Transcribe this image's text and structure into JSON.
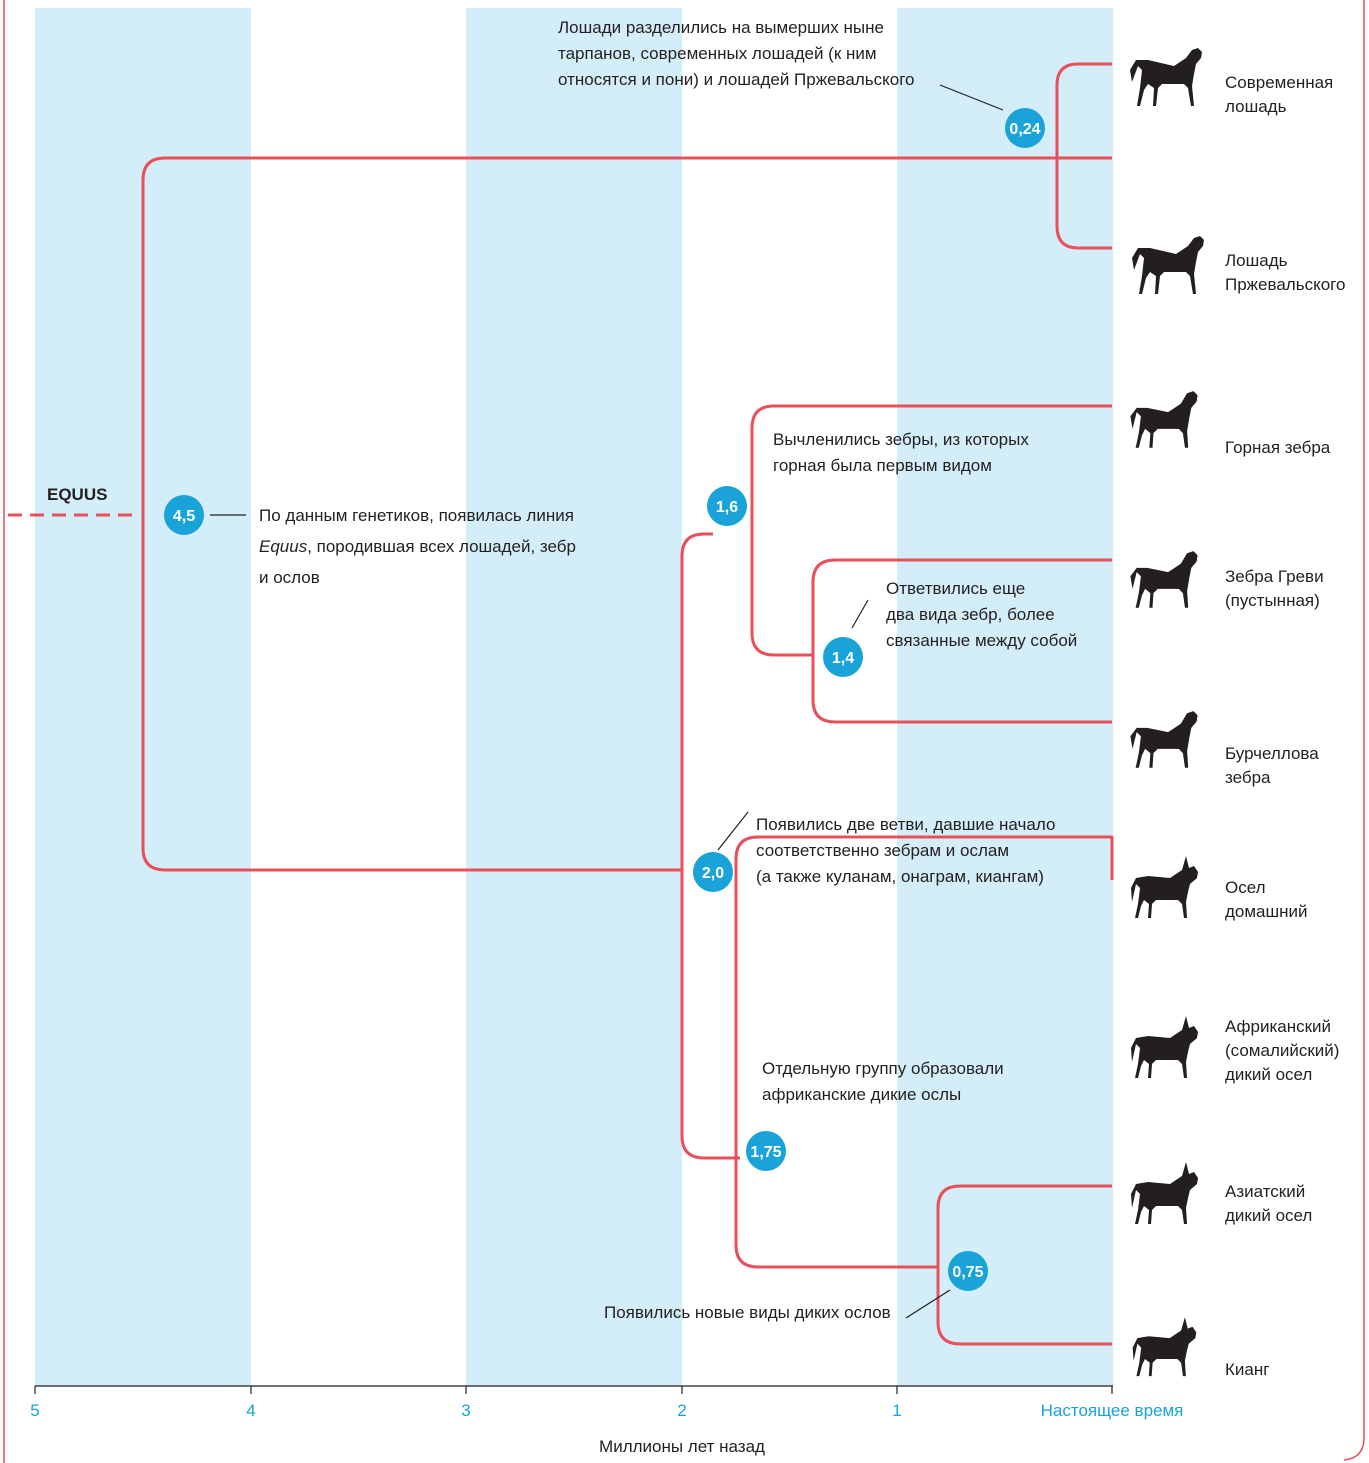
{
  "root_label": "EQUUS",
  "axis": {
    "title": "Миллионы лет назад",
    "ticks": [
      "5",
      "4",
      "3",
      "2",
      "1",
      "Настоящее время"
    ]
  },
  "nodes": [
    {
      "id": "n45",
      "label": "4,5",
      "time": 4.5
    },
    {
      "id": "n024",
      "label": "0,24",
      "time": 0.24
    },
    {
      "id": "n20",
      "label": "2,0",
      "time": 2.0
    },
    {
      "id": "n16",
      "label": "1,6",
      "time": 1.6
    },
    {
      "id": "n14",
      "label": "1,4",
      "time": 1.4
    },
    {
      "id": "n175",
      "label": "1,75",
      "time": 1.75
    },
    {
      "id": "n075",
      "label": "0,75",
      "time": 0.75
    }
  ],
  "annotations": {
    "a45": {
      "line1": "По данным генетиков, появилась линия",
      "line2_italic": "Equus",
      "line2_rest": ", породившая всех лошадей, зебр",
      "line3": "и ослов"
    },
    "a024": [
      "Лошади разделились на вымерших ныне",
      "тарпанов, современных лошадей (к ним",
      "относятся и пони) и лошадей Пржевальского"
    ],
    "a16": [
      "Вычленились зебры, из которых",
      "горная была первым видом"
    ],
    "a14": [
      "Ответвились еще",
      "два вида зебр, более",
      "связанные между собой"
    ],
    "a20": [
      "Появились две ветви, давшие начало",
      "соответственно зебрам и ослам",
      "(а также куланам, онаграм, киангам)"
    ],
    "a175": [
      "Отдельную группу образовали",
      "африканские дикие ослы"
    ],
    "a075": [
      "Появились новые виды диких ослов"
    ]
  },
  "species": [
    {
      "id": "modern-horse",
      "lines": [
        "Современная",
        "лошадь"
      ],
      "icon": "horse-icon"
    },
    {
      "id": "przewalski",
      "lines": [
        "Лошадь",
        "Пржевальского"
      ],
      "icon": "przewalski-horse-icon"
    },
    {
      "id": "mountain-zebra",
      "lines": [
        "Горная зебра"
      ],
      "icon": "zebra-icon"
    },
    {
      "id": "grevy-zebra",
      "lines": [
        "Зебра Греви",
        "(пустынная)"
      ],
      "icon": "zebra-icon"
    },
    {
      "id": "burchell-zebra",
      "lines": [
        "Бурчеллова",
        "зебра"
      ],
      "icon": "zebra-icon"
    },
    {
      "id": "domestic-donkey",
      "lines": [
        "Осел",
        "домашний"
      ],
      "icon": "donkey-icon"
    },
    {
      "id": "african-wild-ass",
      "lines": [
        "Африканский",
        "(сомалийский)",
        "дикий осел"
      ],
      "icon": "donkey-icon"
    },
    {
      "id": "asiatic-wild-ass",
      "lines": [
        "Азиатский",
        "дикий осел"
      ],
      "icon": "donkey-icon"
    },
    {
      "id": "kiang",
      "lines": [
        "Кианг"
      ],
      "icon": "donkey-icon"
    }
  ],
  "colors": {
    "branch": "#e8505b",
    "node": "#1aa3d9",
    "band": "#d4eef9",
    "axis_text": "#1aa3d9"
  }
}
